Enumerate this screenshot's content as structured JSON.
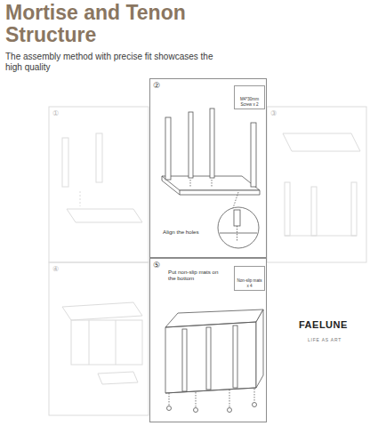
{
  "diagram": {
    "title": "Mortise and Tenon Structure",
    "nodes": [
      {
        "text": [
          "Align the holes"
        ]
      },
      {
        "text": [
          "M4*30mm Screw x 2"
        ],
        "in": 0
      },
      {
        "text": [
          "Put non-slip mats on the bottom"
        ]
      },
      {
        "text": [
          "Non-slip mats x 4"
        ],
        "in": 2
      }
    ],
    "labels": [
      "The assembly method with precise fit showcases the high quality",
      "①",
      "③",
      "④",
      "②",
      "⑤",
      "FAELUNE",
      "LIFE AS ART"
    ]
  }
}
